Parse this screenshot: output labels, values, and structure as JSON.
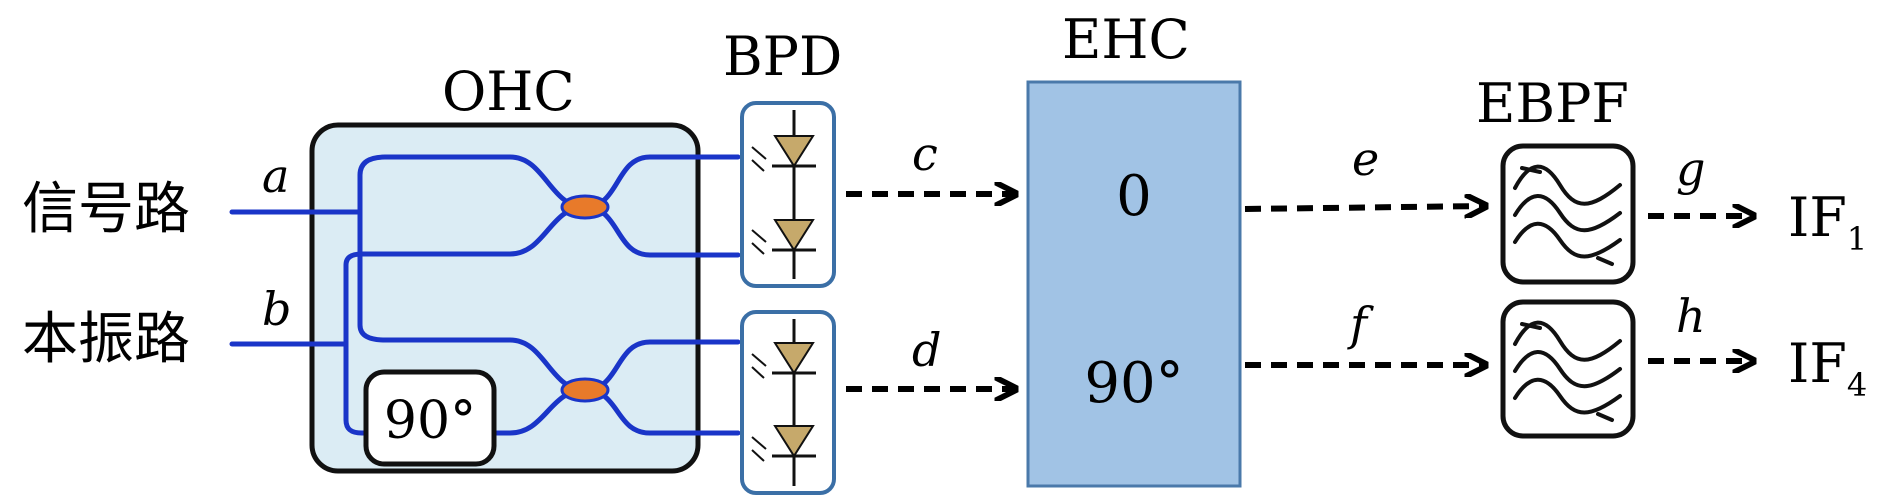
{
  "inputs": {
    "signal": {
      "text": "信号路",
      "port": "a"
    },
    "lo": {
      "text": "本振路",
      "port": "b"
    }
  },
  "ohc": {
    "title": "OHC",
    "phase_label": "90°"
  },
  "bpd": {
    "title": "BPD"
  },
  "links": {
    "c": "c",
    "d": "d",
    "e": "e",
    "f": "f",
    "g": "g",
    "h": "h"
  },
  "ehc": {
    "title": "EHC",
    "port_top": "0",
    "port_bottom": "90°"
  },
  "ebpf": {
    "title": "EBPF"
  },
  "outputs": {
    "top": {
      "text": "IF",
      "sub": "1"
    },
    "bottom": {
      "text": "IF",
      "sub": "4"
    }
  },
  "colors": {
    "fiber": "#1a35c8",
    "ohc_fill": "#dbecf4",
    "coupler": "#e87a2a",
    "bpd_border": "#3b6fa6",
    "diode": "#c6a96b",
    "ehc_fill": "#a1c3e5",
    "ehc_border": "#4a79aa"
  }
}
